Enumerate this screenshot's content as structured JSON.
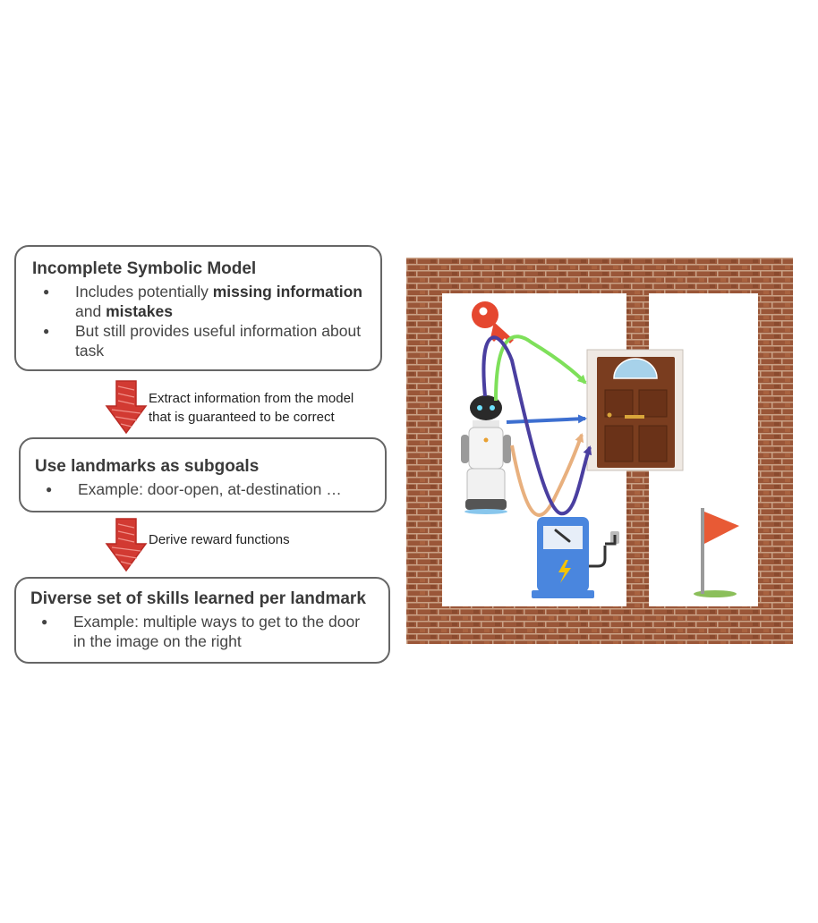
{
  "box1": {
    "title": "Incomplete Symbolic Model",
    "item1_pre": "Includes potentially ",
    "item1_b1": "missing information",
    "item1_mid": " and ",
    "item1_b2": "mistakes",
    "item2": "But still provides useful information about task"
  },
  "step1": {
    "line1": "Extract information from the model",
    "line2": "that is guaranteed to be correct"
  },
  "box2": {
    "title": "Use landmarks as subgoals",
    "item1": "Example: door-open, at-destination …"
  },
  "step2": {
    "label": "Derive reward functions"
  },
  "box3": {
    "title": "Diverse set of skills learned per landmark",
    "item1": "Example: multiple ways to get to the door in the image on the right"
  },
  "colors": {
    "brick": "#9a5638",
    "down_arrow": "#d23a32",
    "key": "#e5472f",
    "path_green": "#7ee05a",
    "path_blue": "#3d6fd0",
    "path_orange": "#e8b07e",
    "path_purple": "#4a3fa0",
    "charger": "#4a86de",
    "flag": "#e85a35"
  }
}
